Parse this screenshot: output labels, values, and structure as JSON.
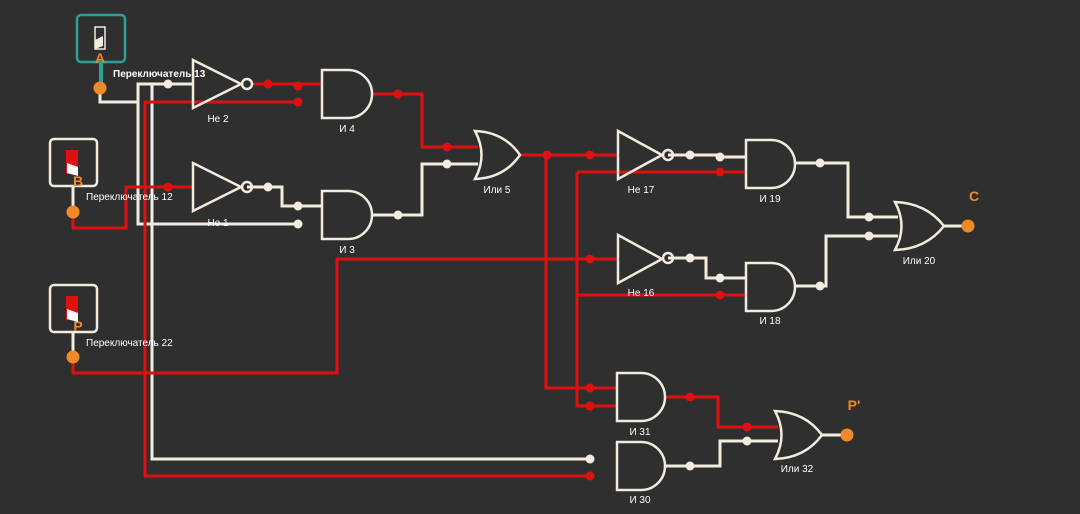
{
  "colors": {
    "background": "#2f2f2f",
    "wire_on": "#e01010",
    "wire_off": "#f1ecdf",
    "io_pin": "#f08a28",
    "switch_selected_border": "#2aa198"
  },
  "switches": {
    "a": {
      "label": "Переключатель 13",
      "io": "A",
      "state": "off",
      "selected": true
    },
    "b": {
      "label": "Переключатель 12",
      "io": "B",
      "state": "on"
    },
    "p": {
      "label": "Переключатель 22",
      "io": "P",
      "state": "on"
    }
  },
  "gates": {
    "not2": "Не 2",
    "not1": "Не 1",
    "and4": "И 4",
    "and3": "И 3",
    "or5": "Или 5",
    "not17": "Не 17",
    "not16": "Не 16",
    "and19": "И 19",
    "and18": "И 18",
    "or20": "Или 20",
    "and31": "И 31",
    "and30": "И 30",
    "or32": "Или 32"
  },
  "outputs": {
    "c": "C",
    "p_prime": "P'"
  }
}
